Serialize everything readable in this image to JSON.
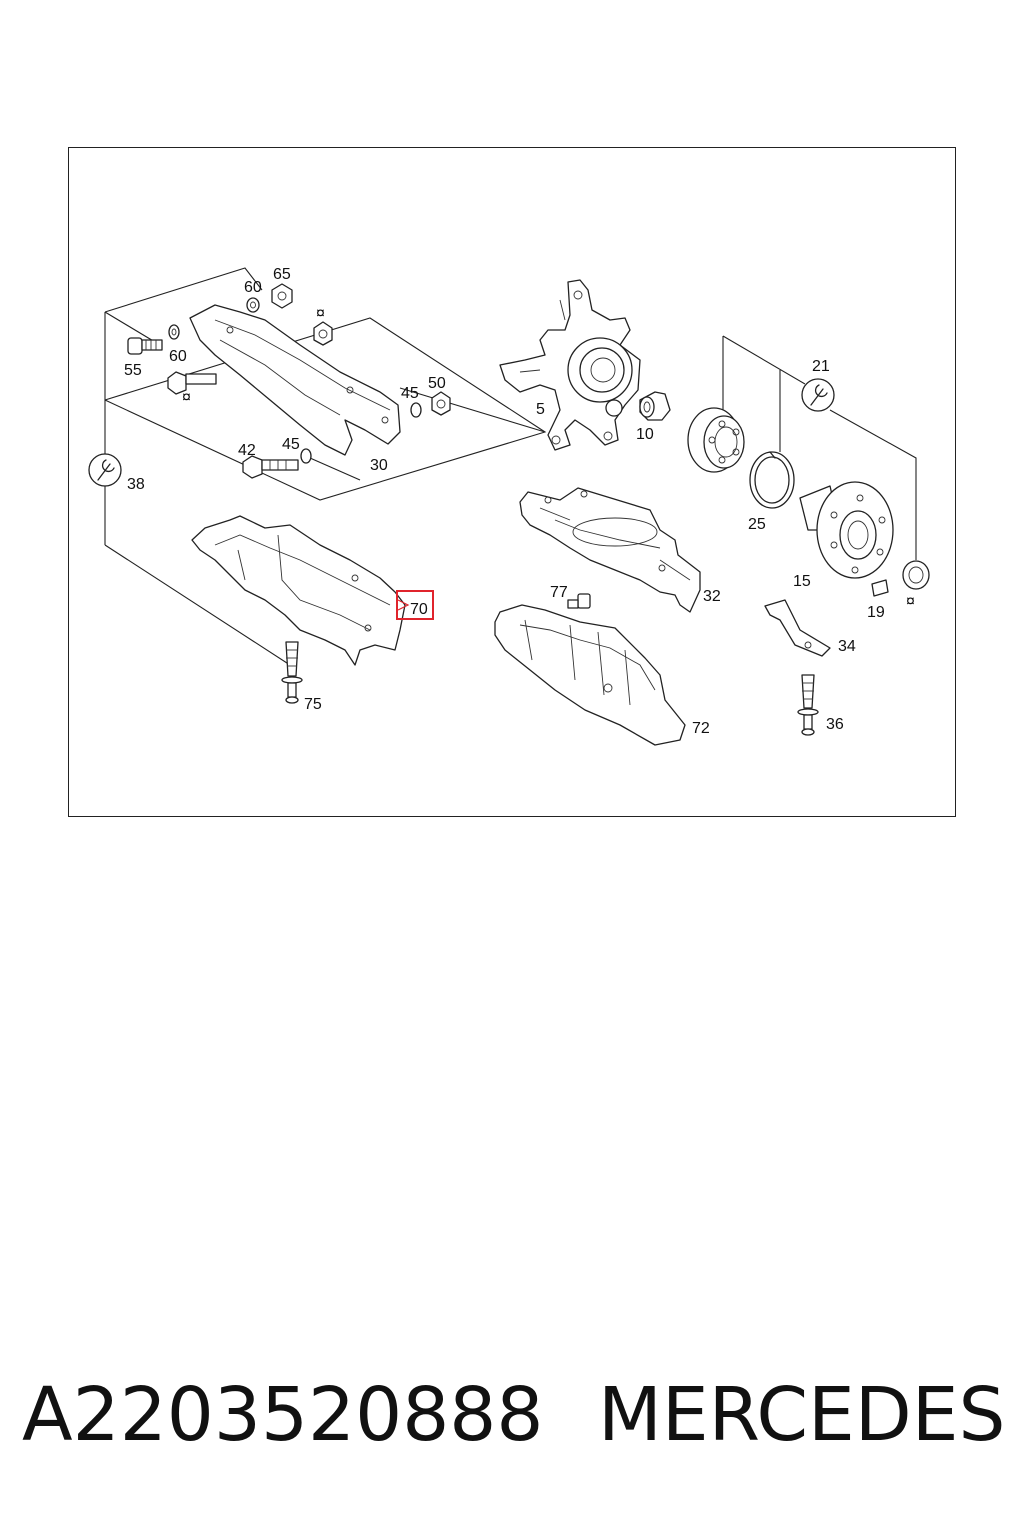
{
  "diagram": {
    "highlighted_part": "70",
    "labels": [
      {
        "id": "65",
        "text": "65"
      },
      {
        "id": "60a",
        "text": "60"
      },
      {
        "id": "60b",
        "text": "60"
      },
      {
        "id": "55",
        "text": "55"
      },
      {
        "id": "45a",
        "text": "45"
      },
      {
        "id": "50",
        "text": "50"
      },
      {
        "id": "42",
        "text": "42"
      },
      {
        "id": "45b",
        "text": "45"
      },
      {
        "id": "30",
        "text": "30"
      },
      {
        "id": "38",
        "text": "38"
      },
      {
        "id": "5",
        "text": "5"
      },
      {
        "id": "10",
        "text": "10"
      },
      {
        "id": "21",
        "text": "21"
      },
      {
        "id": "25",
        "text": "25"
      },
      {
        "id": "15",
        "text": "15"
      },
      {
        "id": "19",
        "text": "19"
      },
      {
        "id": "32",
        "text": "32"
      },
      {
        "id": "77",
        "text": "77"
      },
      {
        "id": "70",
        "text": "70"
      },
      {
        "id": "34",
        "text": "34"
      },
      {
        "id": "75",
        "text": "75"
      },
      {
        "id": "72",
        "text": "72"
      },
      {
        "id": "36",
        "text": "36"
      }
    ],
    "highlight_color": "#e0242c"
  },
  "caption": {
    "part_number": "A2203520888",
    "brand": "MERCEDES"
  }
}
